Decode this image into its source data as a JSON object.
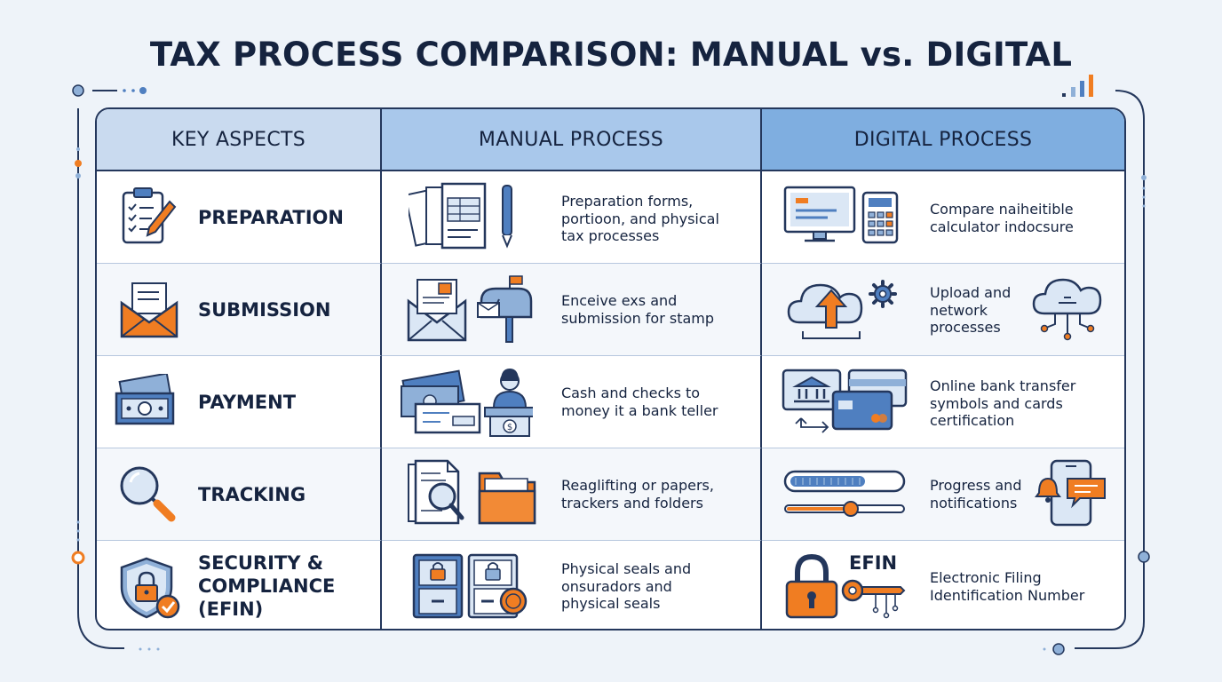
{
  "title": "TAX PROCESS COMPARISON: MANUAL vs. DIGITAL",
  "headers": {
    "aspects": "KEY ASPECTS",
    "manual": "MANUAL PROCESS",
    "digital": "DIGITAL PROCESS"
  },
  "rows": [
    {
      "aspect": "PREPARATION",
      "aspect_icon": "clipboard-pen-icon",
      "manual_text": "Preparation forms,\nportioon, and physical\ntax processes",
      "manual_icon": "paper-forms-pen-icon",
      "digital_text": "Compare naiheitible\ncalculator indocsure",
      "digital_icon": "computer-calculator-icon",
      "digital_icon_2": ""
    },
    {
      "aspect": "SUBMISSION",
      "aspect_icon": "envelope-letter-icon",
      "manual_text": "Enceive exs and\nsubmission for stamp",
      "manual_icon": "envelope-mailbox-icon",
      "digital_text": "Upload and\nnetwork\nprocesses",
      "digital_icon": "cloud-upload-gear-icon",
      "digital_icon_2": "cloud-network-icon"
    },
    {
      "aspect": "PAYMENT",
      "aspect_icon": "cash-bills-icon",
      "manual_text": "Cash and checks to\nmoney it a bank teller",
      "manual_icon": "cash-check-teller-icon",
      "digital_text": "Online bank transfer\nsymbols and cards\ncertification",
      "digital_icon": "bank-transfer-cards-icon",
      "digital_icon_2": ""
    },
    {
      "aspect": "TRACKING",
      "aspect_icon": "magnifier-icon",
      "manual_text": "Reaglifting or papers,\ntrackers and folders",
      "manual_icon": "papers-magnifier-folder-icon",
      "digital_text": "Progress and\nnotifications",
      "digital_icon": "progress-bars-icon",
      "digital_icon_2": "phone-notification-icon"
    },
    {
      "aspect": "SECURITY &\nCOMPLIANCE\n(EFIN)",
      "aspect_icon": "shield-lock-check-icon",
      "manual_text": "Physical seals and\nonsuradors and\nphysical seals",
      "manual_icon": "locked-cabinets-seal-icon",
      "digital_text": "Electronic Filing\nIdentification Number",
      "digital_icon": "padlock-key-icon",
      "digital_icon_label": "EFIN"
    }
  ],
  "colors": {
    "navy": "#24375c",
    "orange": "#f07d22",
    "blue": "#4f7fc0",
    "header_1": "#c9daef",
    "header_2": "#a9c8eb",
    "header_3": "#7faee0"
  }
}
